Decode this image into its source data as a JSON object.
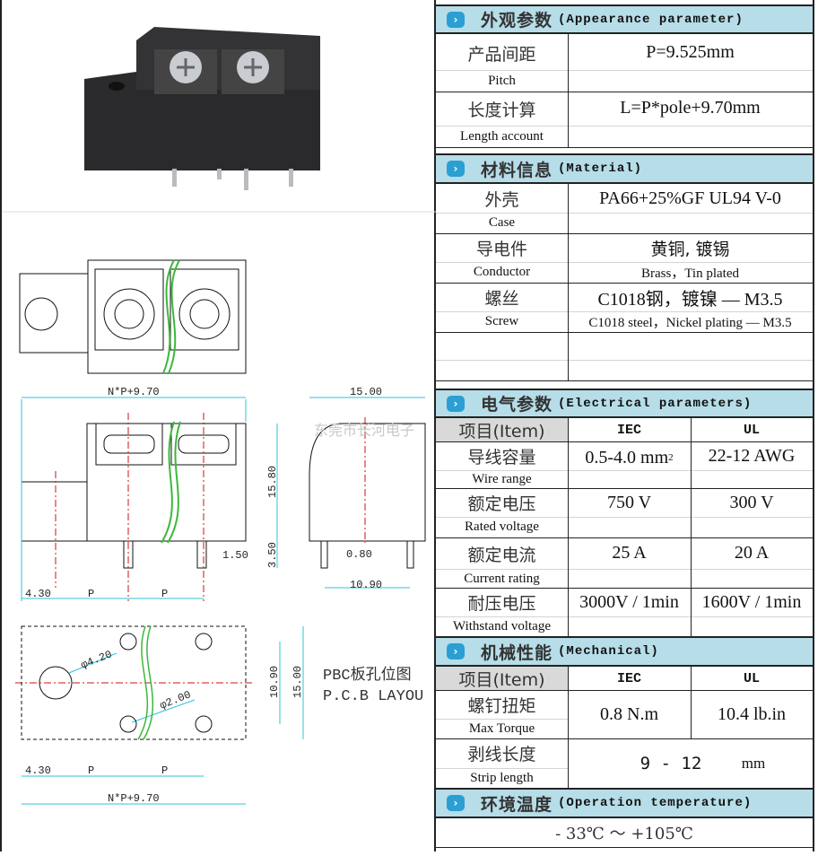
{
  "drawing": {
    "dim_total": "N*P+9.70",
    "dim_width": "15.00",
    "dim_height": "15.80",
    "dim_pin_len": "3.50",
    "dim_pin_w": "1.50",
    "dim_pin_t": "0.80",
    "dim_pin_span": "10.90",
    "dim_offset": "4.30",
    "dim_p": "P",
    "watermark": "东莞市长河电子",
    "hole_big": "φ4.20",
    "hole_small": "φ2.00",
    "pcb_10_90": "10.90",
    "pcb_15_00": "15.00",
    "pcb_title_zh": "PBC板孔位图",
    "pcb_title_en": "P.C.B LAYOU"
  },
  "sections": {
    "appearance": {
      "zh": "外观参数",
      "en": "(Appearance parameter)",
      "rows": [
        {
          "zh": "产品间距",
          "en": "Pitch",
          "value": "P=9.525mm"
        },
        {
          "zh": "长度计算",
          "en": "Length account",
          "value": "L=P*pole+9.70mm"
        }
      ]
    },
    "material": {
      "zh": "材料信息",
      "en": "(Material)",
      "rows": [
        {
          "zh": "外壳",
          "en": "Case",
          "value": "PA66+25%GF UL94 V-0",
          "value_en": ""
        },
        {
          "zh": "导电件",
          "en": "Conductor",
          "value": "黄铜, 镀锡",
          "value_en": "Brass，Tin plated"
        },
        {
          "zh": "螺丝",
          "en": "Screw",
          "value": "C1018钢，镀镍 — M3.5",
          "value_en": "C1018 steel，Nickel plating — M3.5"
        }
      ]
    },
    "electrical": {
      "zh": "电气参数",
      "en": "(Electrical parameters)",
      "item": "项目(Item)",
      "iec": "IEC",
      "ul": "UL",
      "rows": [
        {
          "zh": "导线容量",
          "en": "Wire range",
          "iec": "0.5-4.0 mm",
          "iec_sup": "2",
          "ul": "22-12  AWG"
        },
        {
          "zh": "额定电压",
          "en": "Rated voltage",
          "iec": "750 V",
          "ul": "300 V"
        },
        {
          "zh": "额定电流",
          "en": "Current rating",
          "iec": "25  A",
          "ul": "20  A"
        },
        {
          "zh": "耐压电压",
          "en": "Withstand voltage",
          "iec": "3000V / 1min",
          "ul": "1600V / 1min"
        }
      ]
    },
    "mechanical": {
      "zh": "机械性能",
      "en": "(Mechanical)",
      "item": "项目(Item)",
      "iec": "IEC",
      "ul": "UL",
      "torque": {
        "zh": "螺钉扭矩",
        "en": "Max Torque",
        "iec": "0.8  N.m",
        "ul": "10.4 lb.in"
      },
      "strip": {
        "zh": "剥线长度",
        "en": "Strip length",
        "value": "9  -  12",
        "unit": "mm"
      }
    },
    "temperature": {
      "zh": "环境温度",
      "en": "(Operation temperature)",
      "value": "- 33℃  ～  +105℃"
    }
  },
  "colors": {
    "header_bg": "#b6dde8",
    "icon": "#2b9fd3",
    "dim": "#2cc6d6",
    "center": "#d01010",
    "break": "#3cb83c"
  }
}
